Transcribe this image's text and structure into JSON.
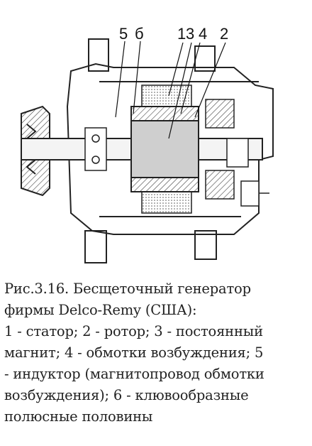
{
  "figure": {
    "callouts": [
      {
        "id": "5",
        "label": "5"
      },
      {
        "id": "6",
        "label": "б"
      },
      {
        "id": "1",
        "label": "1"
      },
      {
        "id": "3",
        "label": "3"
      },
      {
        "id": "4",
        "label": "4"
      },
      {
        "id": "2",
        "label": "2"
      }
    ]
  },
  "caption": {
    "lines": [
      "Рис.3.16. Бесщеточный генератор",
      "фирмы Delco-Remy (США):",
      "1 - статор; 2 - ротор; 3 - постоянный",
      "магнит; 4 - обмотки возбуждения; 5",
      "- индуктор (магнитопровод обмотки",
      "возбуждения); 6 - клювообразные",
      "полюсные половины"
    ]
  }
}
